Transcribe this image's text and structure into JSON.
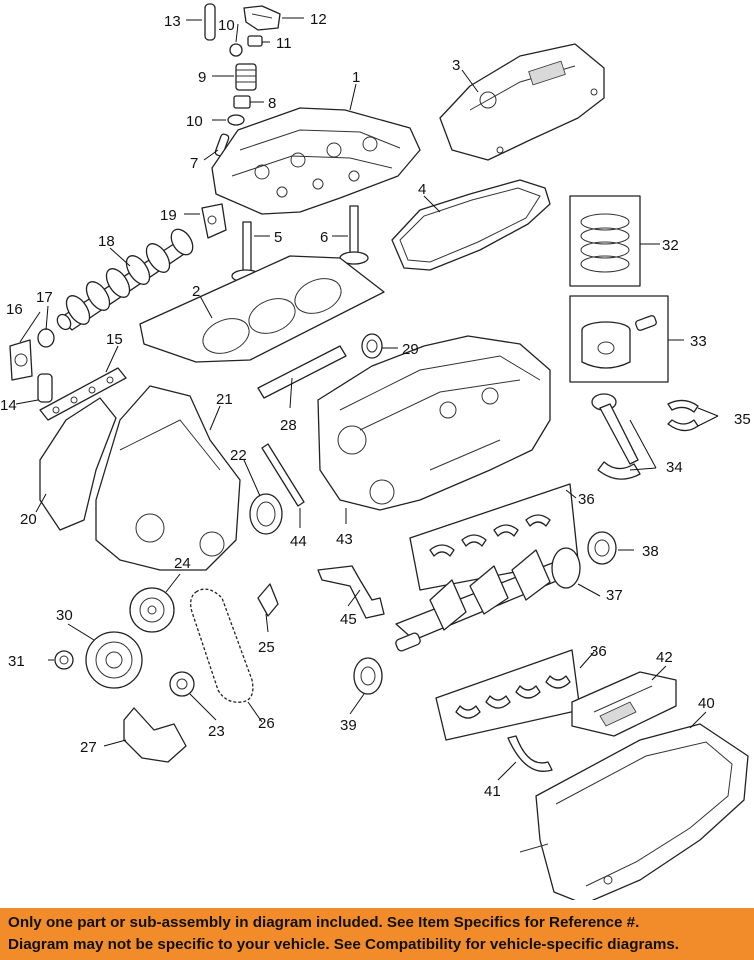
{
  "labels": {
    "p1": "1",
    "p2": "2",
    "p3": "3",
    "p4": "4",
    "p5": "5",
    "p6": "6",
    "p7": "7",
    "p8": "8",
    "p9": "9",
    "p10a": "10",
    "p10b": "10",
    "p11": "11",
    "p12": "12",
    "p13": "13",
    "p14": "14",
    "p15": "15",
    "p16": "16",
    "p17": "17",
    "p18": "18",
    "p19": "19",
    "p20": "20",
    "p21": "21",
    "p22": "22",
    "p23": "23",
    "p24": "24",
    "p25": "25",
    "p26": "26",
    "p27": "27",
    "p28": "28",
    "p29": "29",
    "p30": "30",
    "p31": "31",
    "p32": "32",
    "p33": "33",
    "p34": "34",
    "p35": "35",
    "p36a": "36",
    "p36b": "36",
    "p37": "37",
    "p38": "38",
    "p39": "39",
    "p40": "40",
    "p41": "41",
    "p42": "42",
    "p43": "43",
    "p44": "44",
    "p45": "45"
  },
  "footer": {
    "line1": "Only one part or sub-assembly in diagram included. See Item Specifics for Reference #.",
    "line2": "Diagram may not be specific to your vehicle. See Compatibility for vehicle-specific diagrams."
  },
  "colors": {
    "footer_background": "#f28c2a",
    "footer_text": "#111111",
    "line_art": "#222222"
  }
}
